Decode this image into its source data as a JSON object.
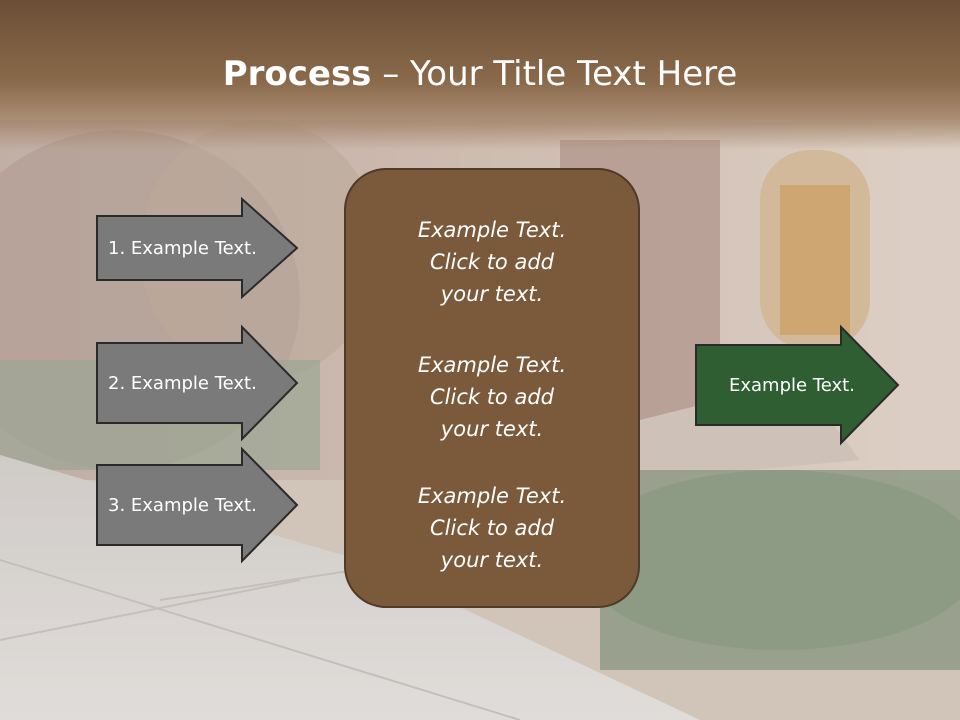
{
  "title": {
    "bold": "Process",
    "rest": " – Your Title Text Here"
  },
  "left_steps": [
    {
      "label": "1. Example Text."
    },
    {
      "label": "2. Example Text."
    },
    {
      "label": "3. Example Text."
    }
  ],
  "center_blocks": [
    {
      "lines": [
        "Example Text.",
        "Click  to add",
        "your text."
      ]
    },
    {
      "lines": [
        "Example Text.",
        "Click  to add",
        "your text."
      ]
    },
    {
      "lines": [
        "Example Text.",
        "Click  to add",
        "your text."
      ]
    }
  ],
  "result": {
    "label": "Example Text."
  },
  "colors": {
    "title_bar": "#8b6a4b",
    "step_arrow": "#7a7a7a",
    "center_box": "#7b5a3c",
    "result_arrow": "#2f5e33",
    "outline": "#2a2a2a"
  }
}
